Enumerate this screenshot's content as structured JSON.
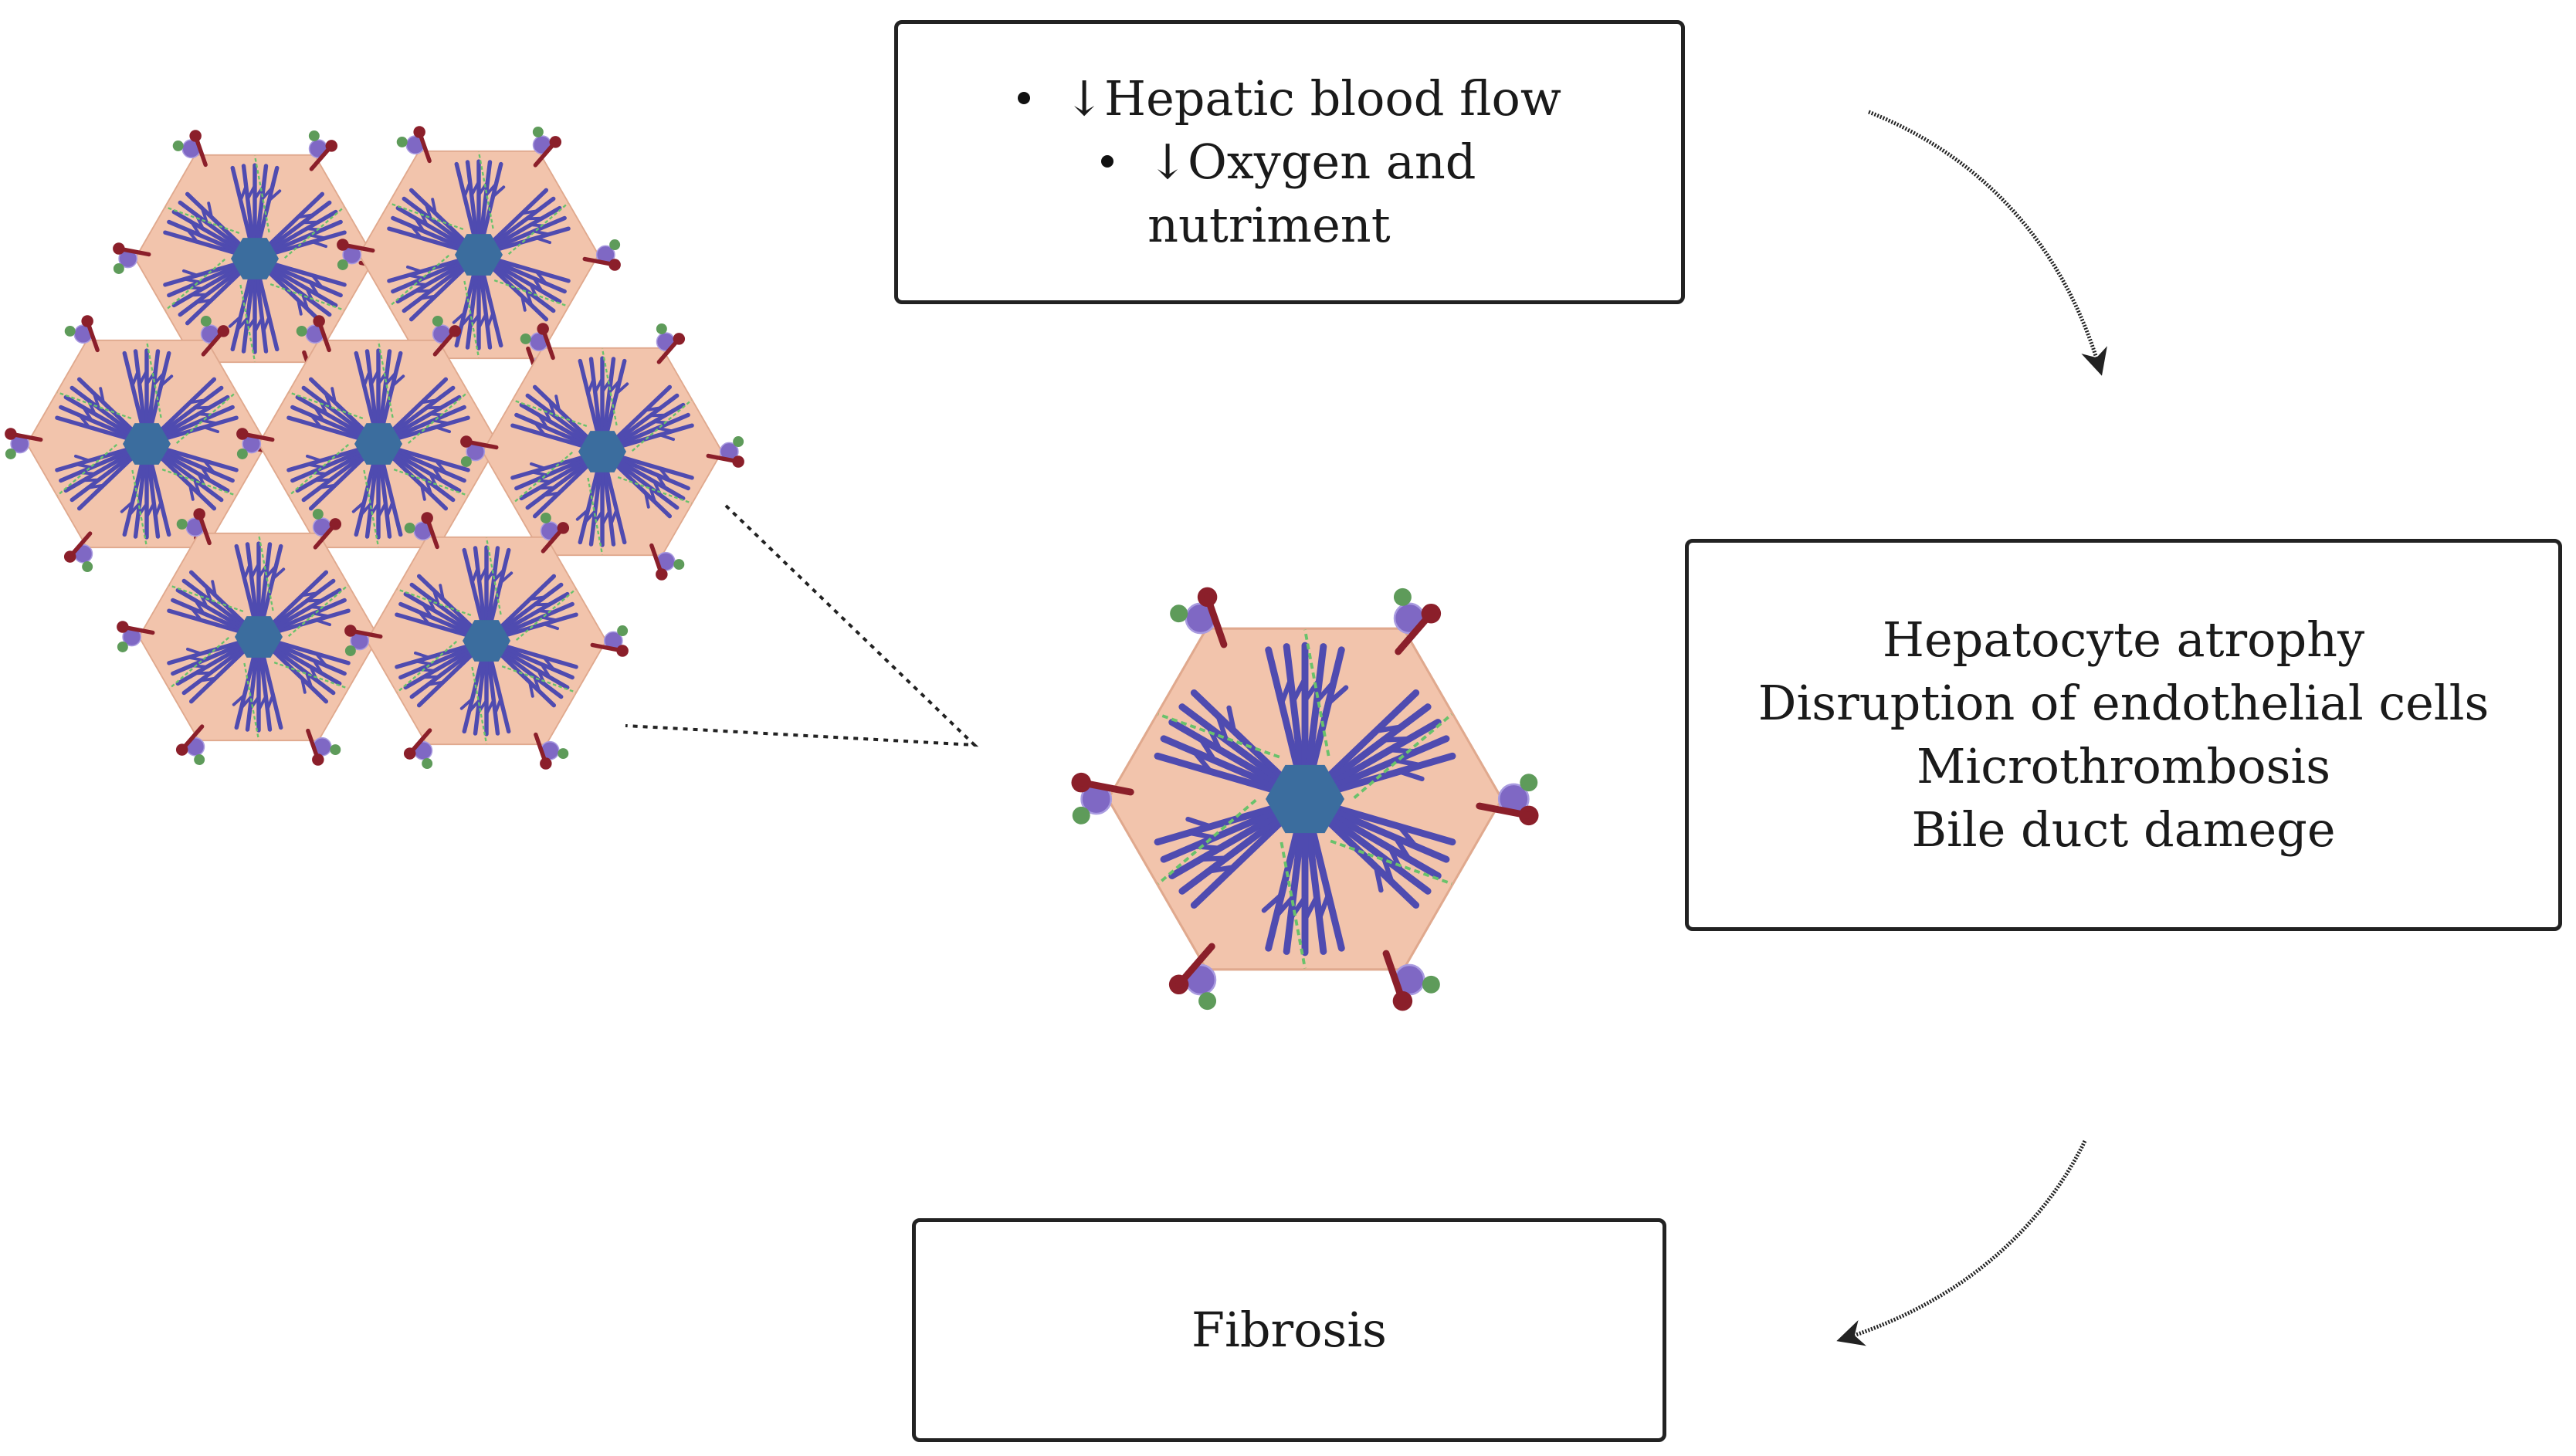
{
  "boxes": {
    "top": {
      "items": [
        "↓Hepatic blood flow",
        "↓Oxygen and",
        "nutriment"
      ]
    },
    "right": {
      "lines": [
        "Hepatocyte atrophy",
        "Disruption of endothelial cells",
        "Microthrombosis",
        "Bile duct damege"
      ]
    },
    "bottom": {
      "label": "Fibrosis"
    }
  },
  "colors": {
    "hepatocyte_fill": "#f2c4ac",
    "central_vein": "#3b6d9e",
    "sinusoid": "#4f4bb0",
    "portal_vein": "#7f68c4",
    "hepatic_artery": "#8b1f2a",
    "bile_duct": "#5e9b5a",
    "bile_canaliculi": "#69c26b"
  }
}
